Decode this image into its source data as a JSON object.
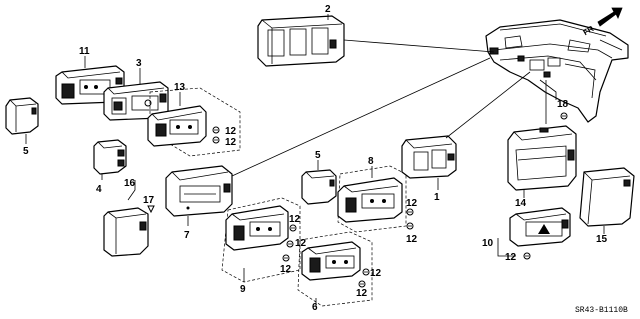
{
  "diagram": {
    "callouts": {
      "c1": "1",
      "c2": "2",
      "c3": "3",
      "c4": "4",
      "c5a": "5",
      "c5b": "5",
      "c6": "6",
      "c7": "7",
      "c8": "8",
      "c9": "9",
      "c10": "10",
      "c11": "11",
      "c12a": "12",
      "c12b": "12",
      "c12c": "12",
      "c12d": "12",
      "c12e": "12",
      "c12f": "12",
      "c12g": "12",
      "c12h": "12",
      "c12i": "12",
      "c13": "13",
      "c14": "14",
      "c15": "15",
      "c16": "16",
      "c17": "17",
      "c18": "18"
    },
    "direction_label": "FR.",
    "part_code": "SR43-B1110B",
    "colors": {
      "line": "#000000",
      "background": "#ffffff"
    }
  }
}
